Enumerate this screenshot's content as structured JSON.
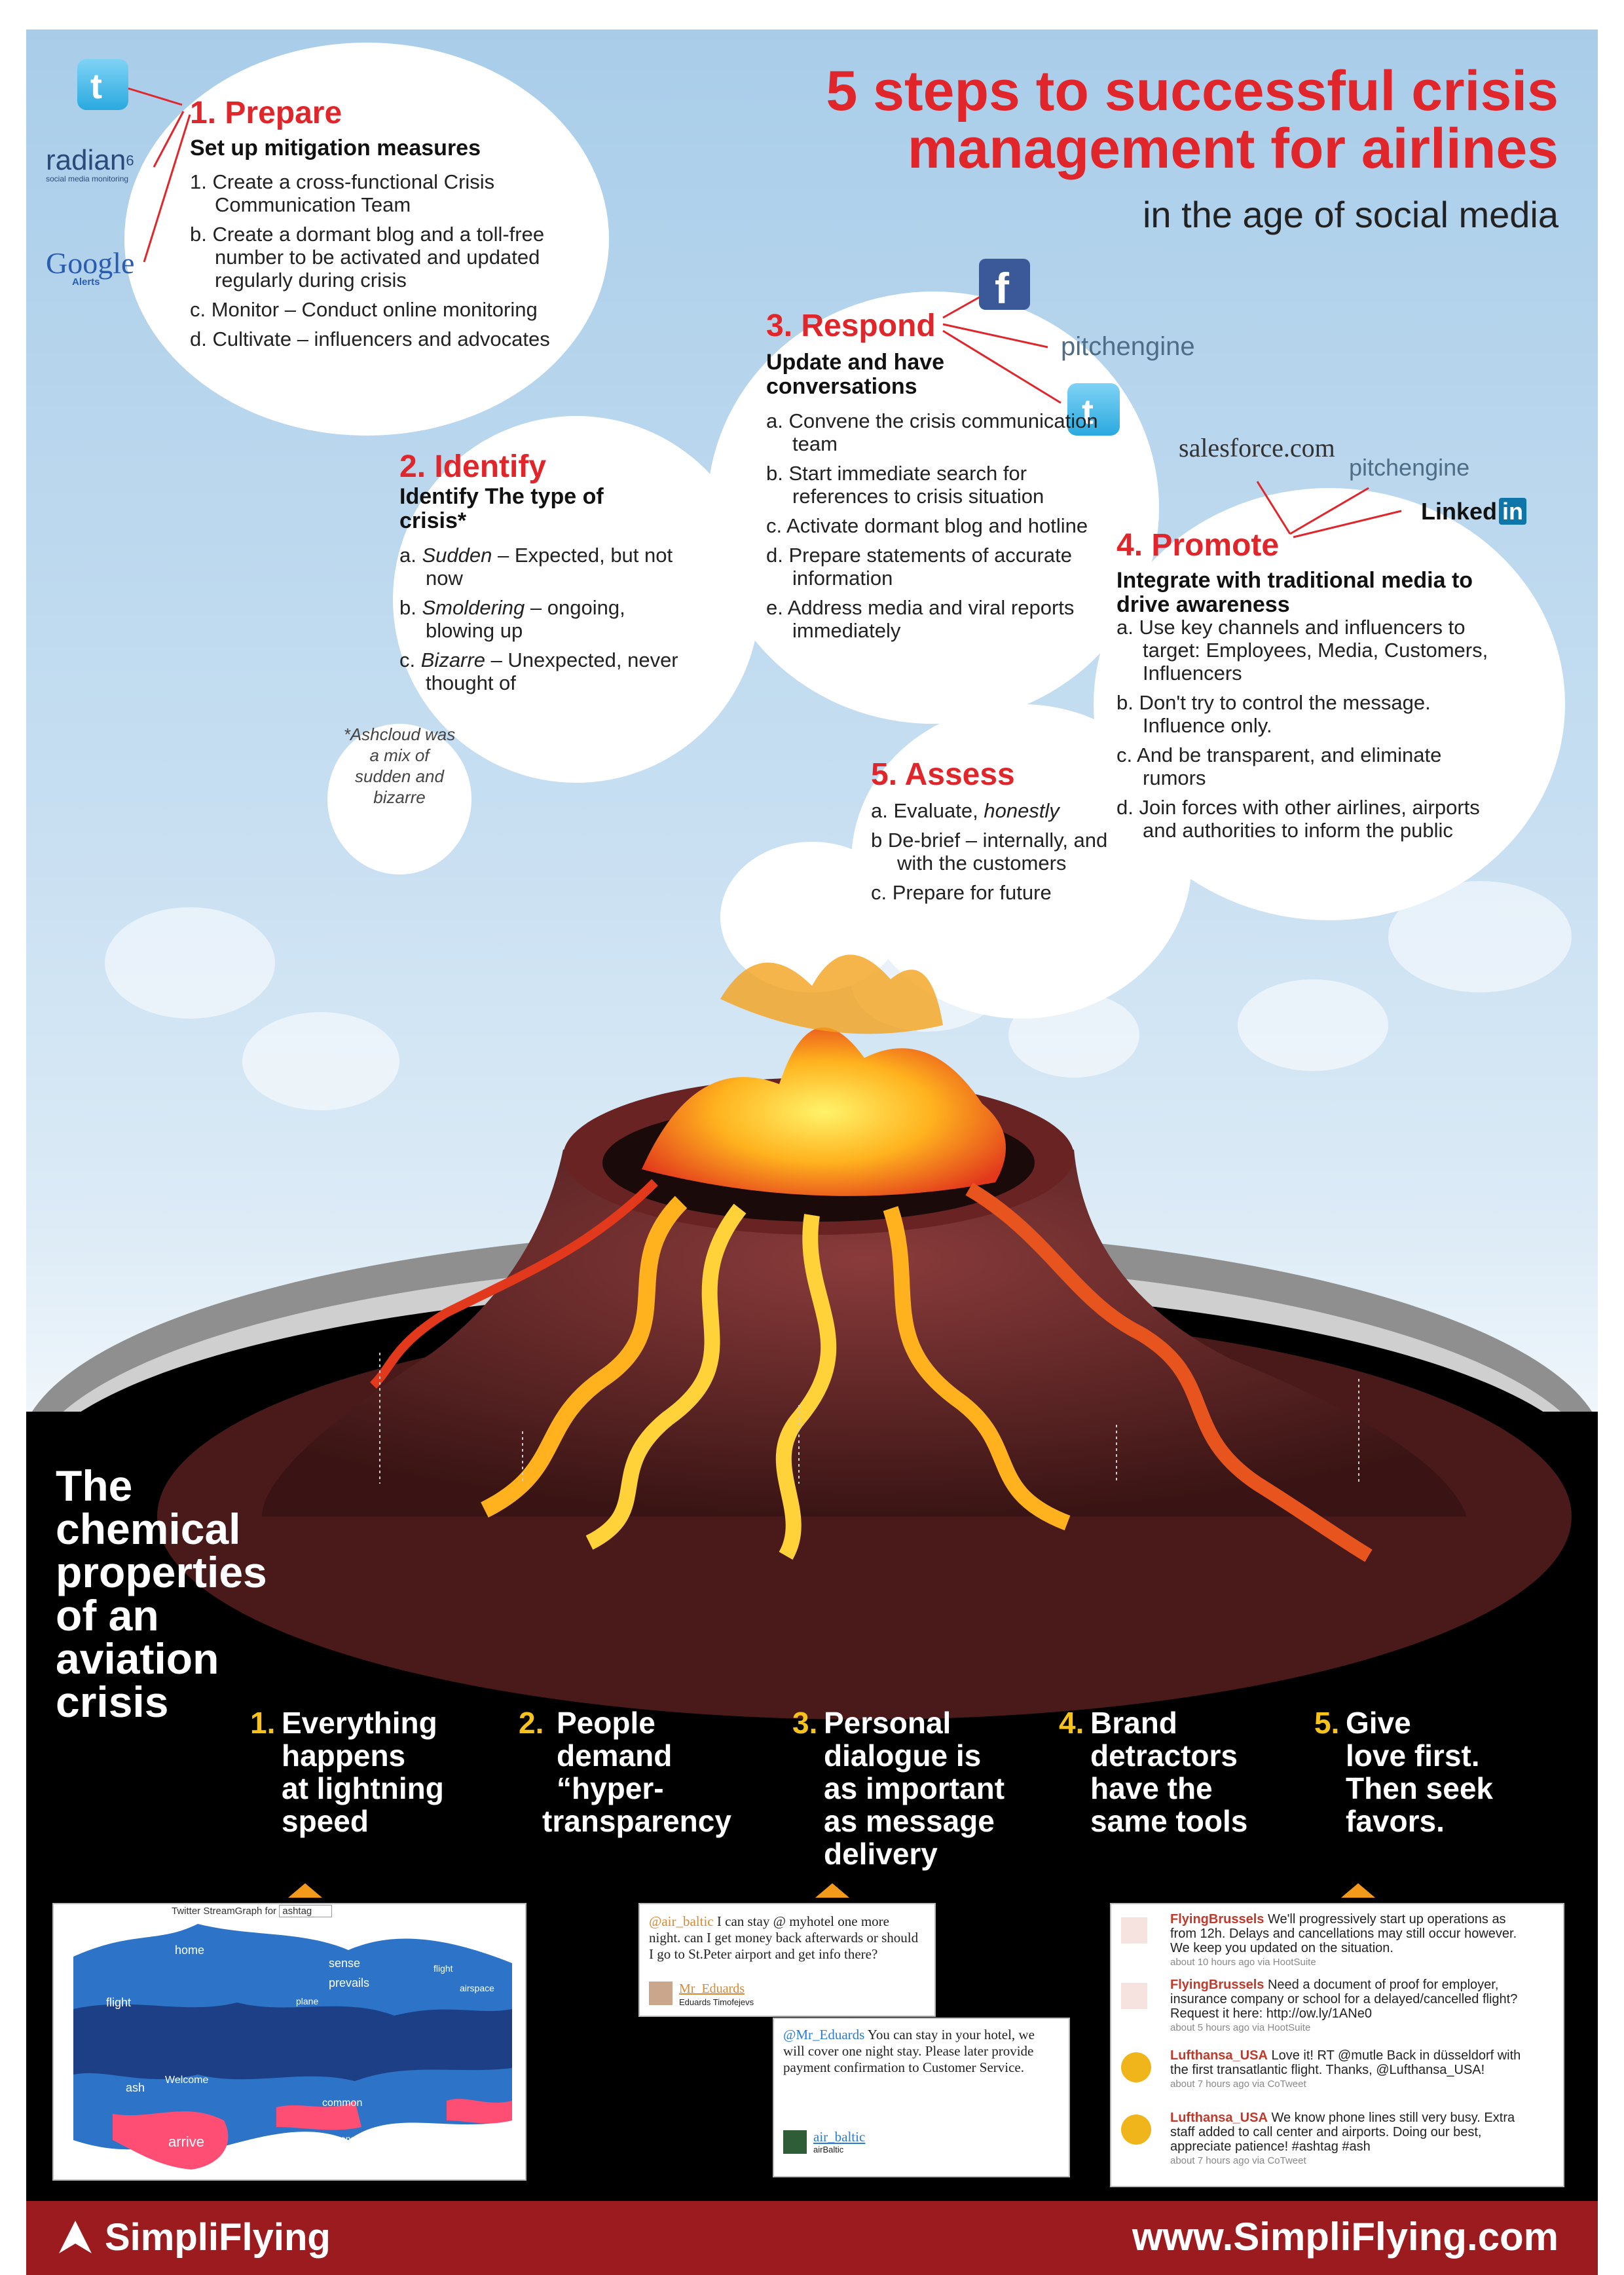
{
  "title_lines": [
    "5 steps to successful crisis",
    "management for airlines"
  ],
  "subtitle": "in the age of social media",
  "step1": {
    "heading": "1. Prepare",
    "subheading": "Set up mitigation measures",
    "items": [
      "1. Create a cross-functional Crisis Communication Team",
      "b. Create a dormant blog and a toll-free number to be activated and updated regularly during crisis",
      "c. Monitor – Conduct online monitoring",
      "d. Cultivate – influencers and advocates"
    ],
    "logos": [
      "twitter-logo",
      "radian6-logo",
      "google-alerts-logo"
    ],
    "radian6_text": "radian",
    "radian6_sup": "6",
    "radian6_tag": "social media monitoring",
    "google_text": "Google",
    "google_tag": "Alerts"
  },
  "step2": {
    "heading": "2. Identify",
    "subheading": "Identify The type of crisis*",
    "items": [
      {
        "prefix": "a.",
        "term": "Sudden",
        "rest": " – Expected, but not now"
      },
      {
        "prefix": "b.",
        "term": "Smoldering",
        "rest": " – ongoing, blowing up"
      },
      {
        "prefix": "c.",
        "term": "Bizarre",
        "rest": " – Unexpected, never thought of"
      }
    ],
    "note": "*Ashcloud was a mix of sudden and bizarre"
  },
  "step3": {
    "heading": "3. Respond",
    "subheading": "Update and have conversations",
    "items": [
      "a. Convene the crisis communication team",
      "b. Start immediate search for references to crisis situation",
      "c. Activate dormant blog and hotline",
      "d. Prepare statements of accurate information",
      "e. Address media and viral reports immediately"
    ],
    "pitchengine": "pitchengine"
  },
  "step4": {
    "heading": "4. Promote",
    "subheading": "Integrate with traditional media to drive awareness",
    "items": [
      "a. Use key channels and influencers to target: Employees, Media, Customers, Influencers",
      "b. Don't try to control the message. Influence only.",
      "c. And be transparent, and eliminate rumors",
      "d. Join forces with other airlines, airports and authorities to inform the public"
    ],
    "salesforce": "salesforce.com",
    "pitchengine": "pitchengine",
    "linkedin_a": "Linked",
    "linkedin_b": "in"
  },
  "step5": {
    "heading": "5. Assess",
    "items": [
      {
        "prefix": "a. Evaluate, ",
        "term": "honestly"
      },
      {
        "prefix": "b  De-brief – internally, and with the customers",
        "term": ""
      },
      {
        "prefix": "c. Prepare for future",
        "term": ""
      }
    ]
  },
  "chemical_heading": [
    "The",
    "chemical",
    "properties",
    "of an",
    "aviation",
    "crisis"
  ],
  "properties": [
    {
      "num": "1.",
      "lines": [
        "Everything",
        "happens",
        "at lightning",
        "speed"
      ]
    },
    {
      "num": "2.",
      "lines": [
        "People",
        "demand",
        "“hyper-",
        "transparency"
      ]
    },
    {
      "num": "3.",
      "lines": [
        "Personal",
        "dialogue is",
        "as important",
        "as message",
        "delivery"
      ]
    },
    {
      "num": "4.",
      "lines": [
        "Brand",
        "detractors",
        "have the",
        "same tools"
      ]
    },
    {
      "num": "5.",
      "lines": [
        "Give",
        "love first.",
        "Then seek",
        "favors."
      ]
    }
  ],
  "streamgraph": {
    "title": "Twitter StreamGraph for",
    "query": "ashtag",
    "words": [
      "home",
      "flight",
      "sense",
      "prevails",
      "plane",
      "flight",
      "airspace",
      "Welcome",
      "ash",
      "arrive",
      "common",
      "reopens"
    ]
  },
  "tweet1": {
    "handle": "@air_baltic",
    "text": " I can stay @ myhotel one more night. can I get money back afterwards or should I go to St.Peter airport and get info there?",
    "user": "Mr_Eduards",
    "fullname": "Eduards Timofejevs"
  },
  "tweet2": {
    "handle": "@Mr_Eduards",
    "text": " You can stay in your hotel, we will cover one night stay. Please later provide payment confirmation to Customer Service.",
    "user": "air_baltic",
    "fullname": "airBaltic"
  },
  "feed": [
    {
      "name": "FlyingBrussels",
      "text": " We'll progressively start up operations as from 12h. Delays and cancellations may still occur however. We keep you updated on the situation.",
      "meta": "about 10 hours ago via HootSuite"
    },
    {
      "name": "FlyingBrussels",
      "text": " Need a document of proof for employer, insurance company or school for a delayed/cancelled flight? Request it here: http://ow.ly/1ANe0",
      "meta": "about 5 hours ago via HootSuite"
    },
    {
      "name": "Lufthansa_USA",
      "text": " Love it! RT @mutle Back in düsseldorf with the first transatlantic flight. Thanks, @Lufthansa_USA!",
      "meta": "about 7 hours ago via CoTweet"
    },
    {
      "name": "Lufthansa_USA",
      "text": " We know phone lines still very busy. Extra staff added to call center and airports. Doing our best, appreciate patience! #ashtag #ash",
      "meta": "about 7 hours ago via CoTweet"
    }
  ],
  "footer": {
    "brand": "SimpliFlying",
    "site": "www.SimpliFlying.com"
  },
  "colors": {
    "accent": "#e0262b",
    "footer": "#9c1b1f",
    "number": "#f7c21a",
    "arrow": "#f49a1b"
  }
}
